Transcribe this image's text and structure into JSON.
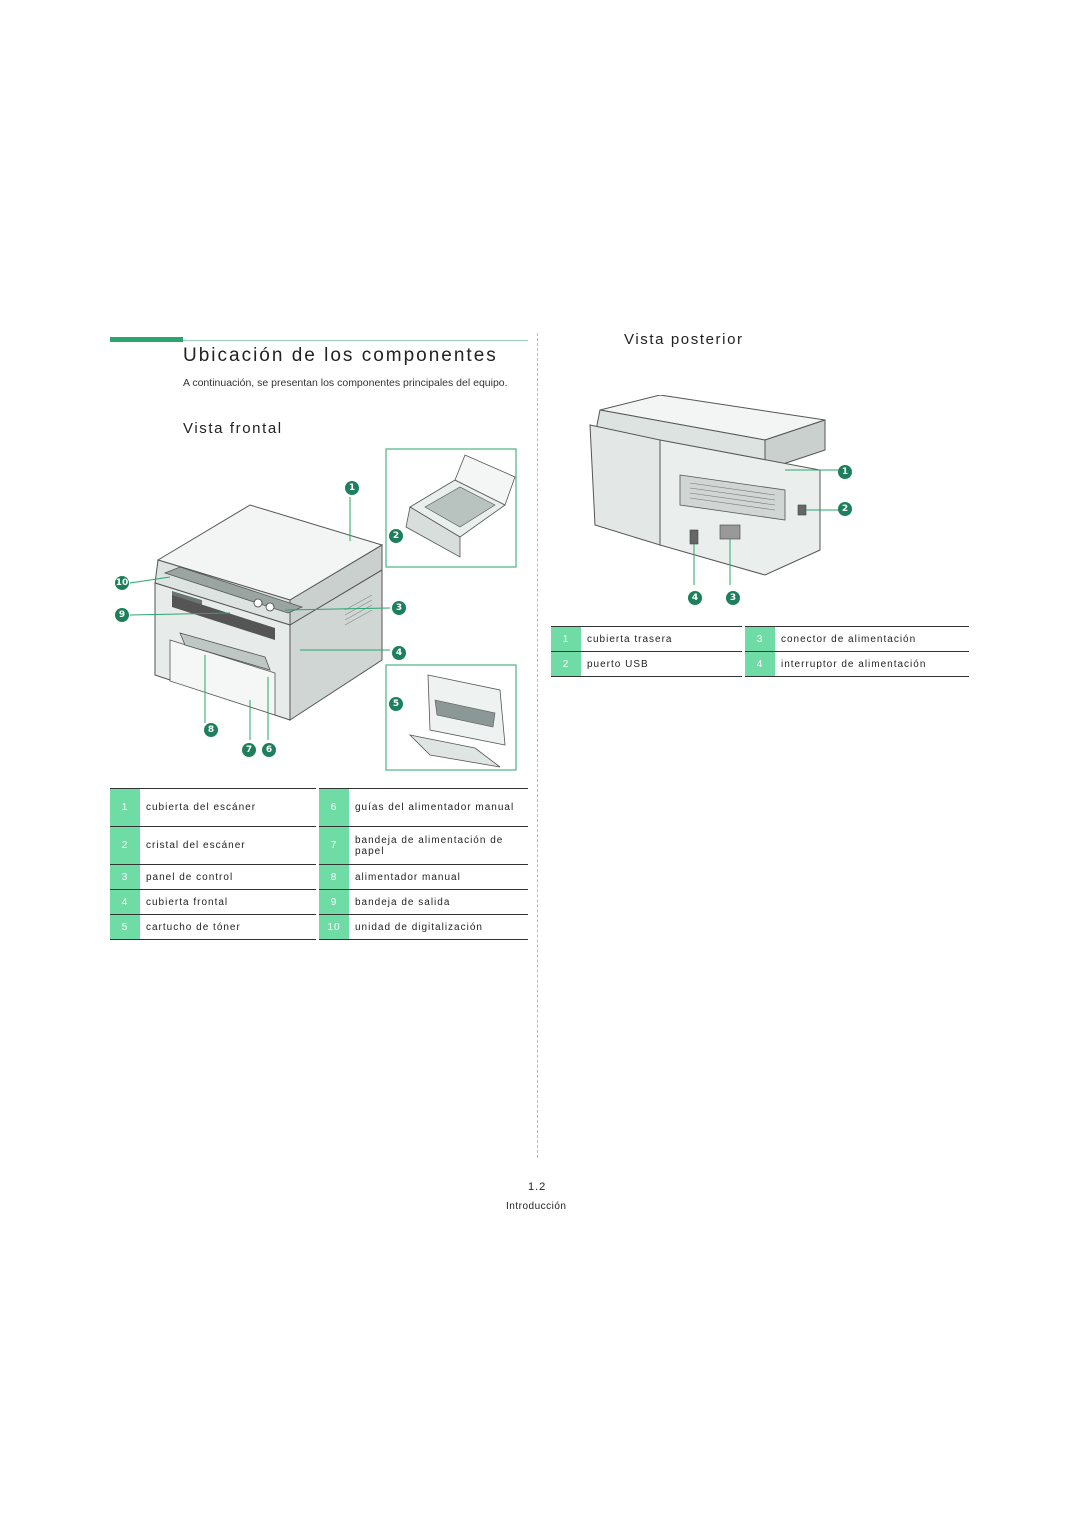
{
  "section": {
    "title": "Ubicación de los componentes",
    "intro": "A continuación, se presentan los componentes principales del equipo."
  },
  "front": {
    "heading": "Vista frontal",
    "callouts": [
      "1",
      "2",
      "3",
      "4",
      "5",
      "6",
      "7",
      "8",
      "9",
      "10"
    ],
    "legend": [
      {
        "num": "1",
        "label": "cubierta del escáner",
        "num2": "6",
        "label2": "guías del alimentador manual"
      },
      {
        "num": "2",
        "label": "cristal del escáner",
        "num2": "7",
        "label2": "bandeja de alimentación de papel"
      },
      {
        "num": "3",
        "label": "panel de control",
        "num2": "8",
        "label2": "alimentador manual"
      },
      {
        "num": "4",
        "label": "cubierta frontal",
        "num2": "9",
        "label2": "bandeja de salida"
      },
      {
        "num": "5",
        "label": "cartucho de tóner",
        "num2": "10",
        "label2": "unidad de digitalización"
      }
    ]
  },
  "rear": {
    "heading": "Vista posterior",
    "callouts": [
      "1",
      "2",
      "3",
      "4"
    ],
    "legend": [
      {
        "num": "1",
        "label": "cubierta trasera",
        "num2": "3",
        "label2": "conector de alimentación"
      },
      {
        "num": "2",
        "label": "puerto USB",
        "num2": "4",
        "label2": "interruptor de alimentación"
      }
    ]
  },
  "footer": {
    "page": "1.2",
    "chapter": "Introducción"
  }
}
